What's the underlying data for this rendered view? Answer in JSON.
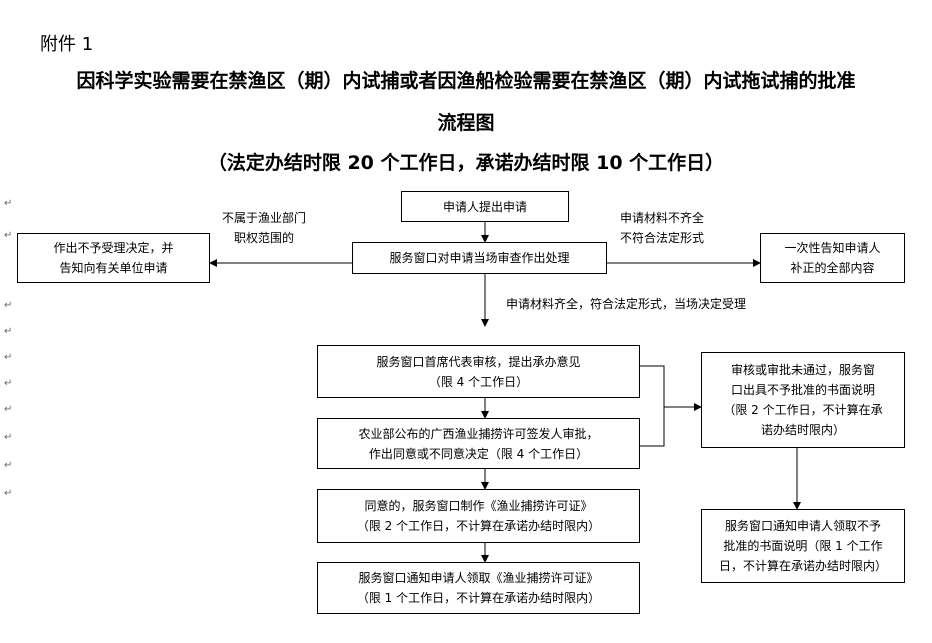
{
  "attachment": "附件 1",
  "title_line1": "因科学实验需要在禁渔区（期）内试捕或者因渔船检验需要在禁渔区（期）内试拖试捕的批准",
  "title_line2": "流程图",
  "title_line3": "（法定办结时限 20 个工作日，承诺办结时限 10 个工作日）",
  "nodes": {
    "apply": {
      "lines": [
        "申请人提出申请"
      ]
    },
    "review": {
      "lines": [
        "服务窗口对申请当场审查作出处理"
      ]
    },
    "reject": {
      "lines": [
        "作出不予受理决定，并",
        "告知向有关单位申请"
      ]
    },
    "notify_supplement": {
      "lines": [
        "一次性告知申请人",
        "补正的全部内容"
      ]
    },
    "first_review": {
      "lines": [
        "服务窗口首席代表审核，提出承办意见",
        "（限 4 个工作日）"
      ]
    },
    "approval": {
      "lines": [
        "农业部公布的广西渔业捕捞许可签发人审批，",
        "作出同意或不同意决定（限 4 个工作日）"
      ]
    },
    "make_license": {
      "lines": [
        "同意的，服务窗口制作《渔业捕捞许可证》",
        "（限 2 个工作日，不计算在承诺办结时限内）"
      ]
    },
    "notify_license": {
      "lines": [
        "服务窗口通知申请人领取《渔业捕捞许可证》",
        "（限 1 个工作日，不计算在承诺办结时限内）"
      ]
    },
    "not_pass": {
      "lines": [
        "审核或审批未通过，服务窗",
        "口出具不予批准的书面说明",
        "（限 2 个工作日，不计算在承",
        "诺办结时限内）"
      ]
    },
    "notify_reject": {
      "lines": [
        "服务窗口通知申请人领取不予",
        "批准的书面说明（限 1 个工作",
        "日，不计算在承诺办结时限内）"
      ]
    }
  },
  "edge_labels": {
    "out_of_scope": [
      "不属于渔业部门",
      "职权范围的"
    ],
    "incomplete": [
      "申请材料不齐全",
      "不符合法定形式"
    ],
    "complete": "申请材料齐全，符合法定形式，当场决定受理"
  }
}
